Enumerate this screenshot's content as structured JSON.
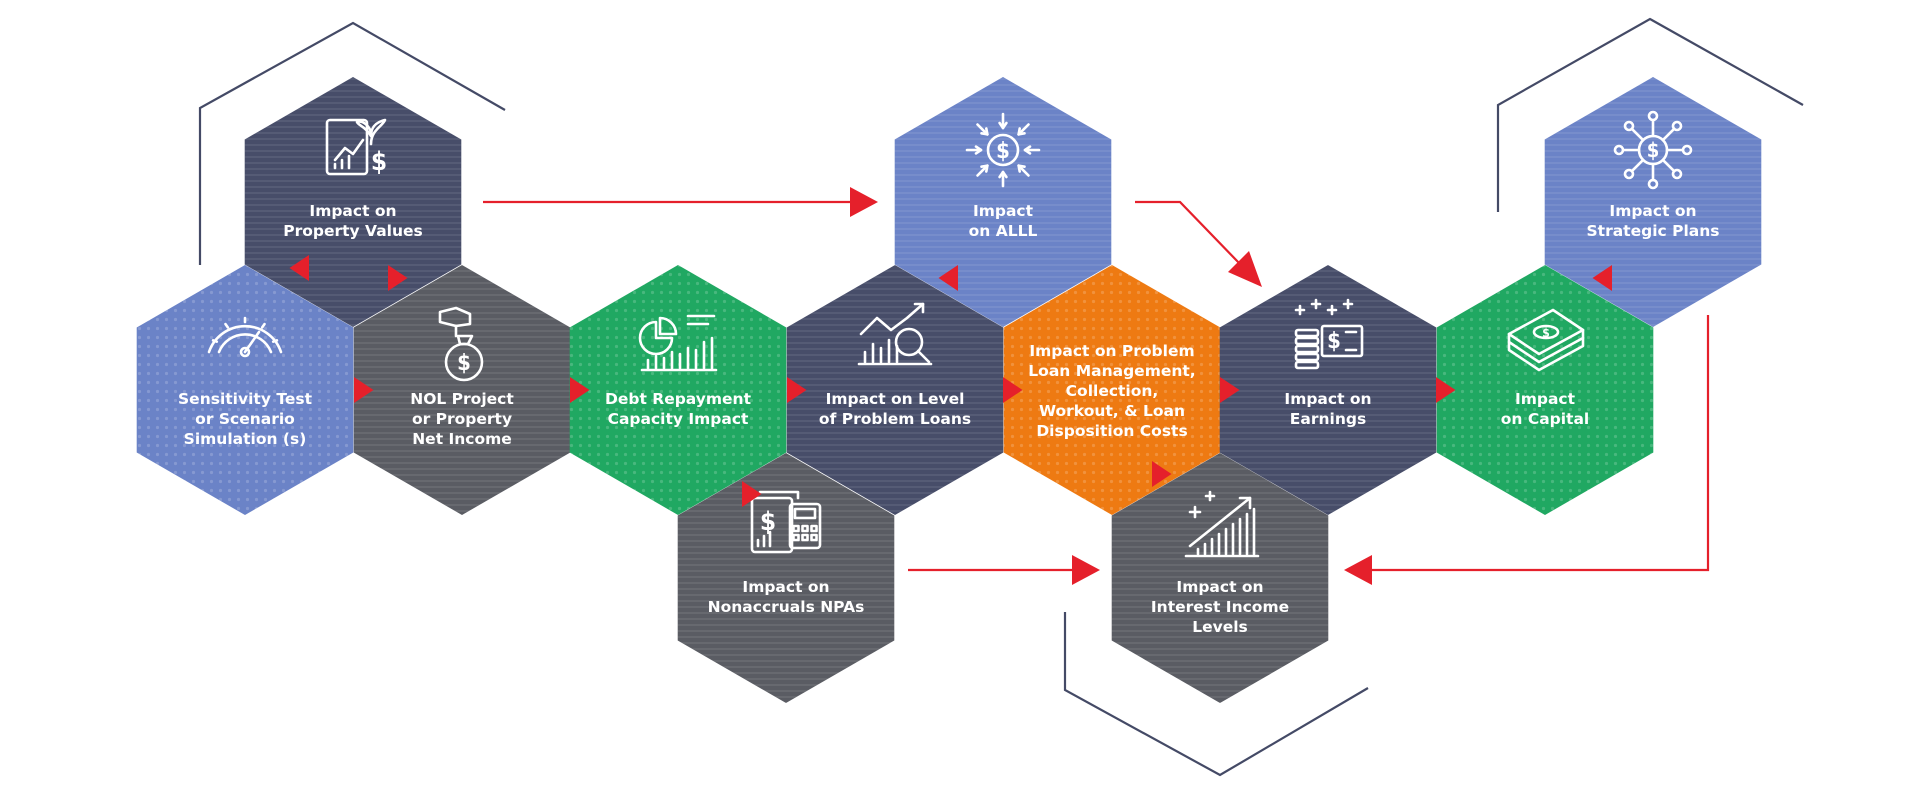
{
  "colors": {
    "slate": "#474d69",
    "gray": "#5a5c63",
    "green": "#20a862",
    "periwinkle": "#6b83c7",
    "orange": "#ee7a12",
    "arrow_red": "#e5202b",
    "outline": "#444a66",
    "icon": "#ffffff"
  },
  "nodes": [
    {
      "id": "property-values",
      "fill": "slate",
      "texture": "stripes",
      "icon": "document-chart-plant-dollar-icon",
      "lines": [
        "Impact on",
        "Property Values"
      ]
    },
    {
      "id": "sensitivity",
      "fill": "periwinkle",
      "texture": "dots",
      "icon": "speedometer-icon",
      "lines": [
        "Sensitivity Test",
        "or Scenario",
        "Simulation (s)"
      ]
    },
    {
      "id": "nol-project",
      "fill": "gray",
      "texture": "stripes",
      "icon": "hand-money-bag-icon",
      "lines": [
        "NOL Project",
        "or Property",
        "Net Income"
      ]
    },
    {
      "id": "debt-repayment",
      "fill": "green",
      "texture": "dots",
      "icon": "pie-bar-chart-icon",
      "lines": [
        "Debt Repayment",
        "Capacity Impact"
      ]
    },
    {
      "id": "nonaccruals",
      "fill": "gray",
      "texture": "stripes",
      "icon": "documents-calculator-icon",
      "lines": [
        "Impact on",
        "Nonaccruals NPAs"
      ]
    },
    {
      "id": "problem-loans",
      "fill": "slate",
      "texture": "stripes",
      "icon": "chart-magnifier-icon",
      "lines": [
        "Impact on Level",
        "of Problem Loans"
      ]
    },
    {
      "id": "alll",
      "fill": "periwinkle",
      "texture": "stripes",
      "icon": "dollar-inward-arrows-icon",
      "lines": [
        "Impact",
        "on ALLL"
      ]
    },
    {
      "id": "loan-management",
      "fill": "orange",
      "texture": "dots",
      "icon": "",
      "lines": [
        "Impact on Problem",
        "Loan Management,",
        "Collection,",
        "Workout, & Loan",
        "Disposition Costs"
      ]
    },
    {
      "id": "interest-income",
      "fill": "gray",
      "texture": "stripes",
      "icon": "rising-bar-chart-plus-icon",
      "lines": [
        "Impact on",
        "Interest Income",
        "Levels"
      ]
    },
    {
      "id": "earnings",
      "fill": "slate",
      "texture": "stripes",
      "icon": "coins-dollar-bill-icon",
      "lines": [
        "Impact on",
        "Earnings"
      ]
    },
    {
      "id": "capital",
      "fill": "green",
      "texture": "dots",
      "icon": "cash-stack-icon",
      "lines": [
        "Impact",
        "on Capital"
      ]
    },
    {
      "id": "strategic-plans",
      "fill": "periwinkle",
      "texture": "stripes",
      "icon": "dollar-network-icon",
      "lines": [
        "Impact on",
        "Strategic Plans"
      ]
    }
  ]
}
